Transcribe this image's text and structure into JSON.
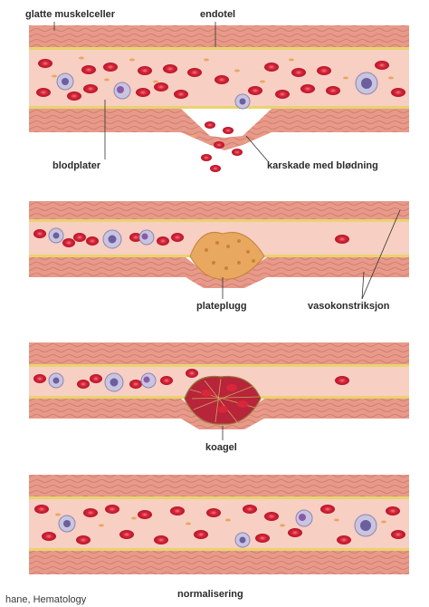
{
  "labels": {
    "smooth_muscle": "glatte muskelceller",
    "endothelium": "endotel",
    "platelets": "blodplater",
    "vessel_damage": "karskade med blødning",
    "platelet_plug": "plateplugg",
    "vasoconstriction": "vasokonstriksjon",
    "clot": "koagel",
    "normalization": "normalisering"
  },
  "source_text": "hane, Hematology",
  "colors": {
    "vessel_wall": "#e79a8a",
    "wall_stripe": "#c9705f",
    "lumen": "#f7cfc3",
    "endothelium_line": "#e9d36f",
    "red_cell": "#d8263a",
    "platelet_plug": "#e8a860",
    "white_cell": "#c9c4e0"
  }
}
